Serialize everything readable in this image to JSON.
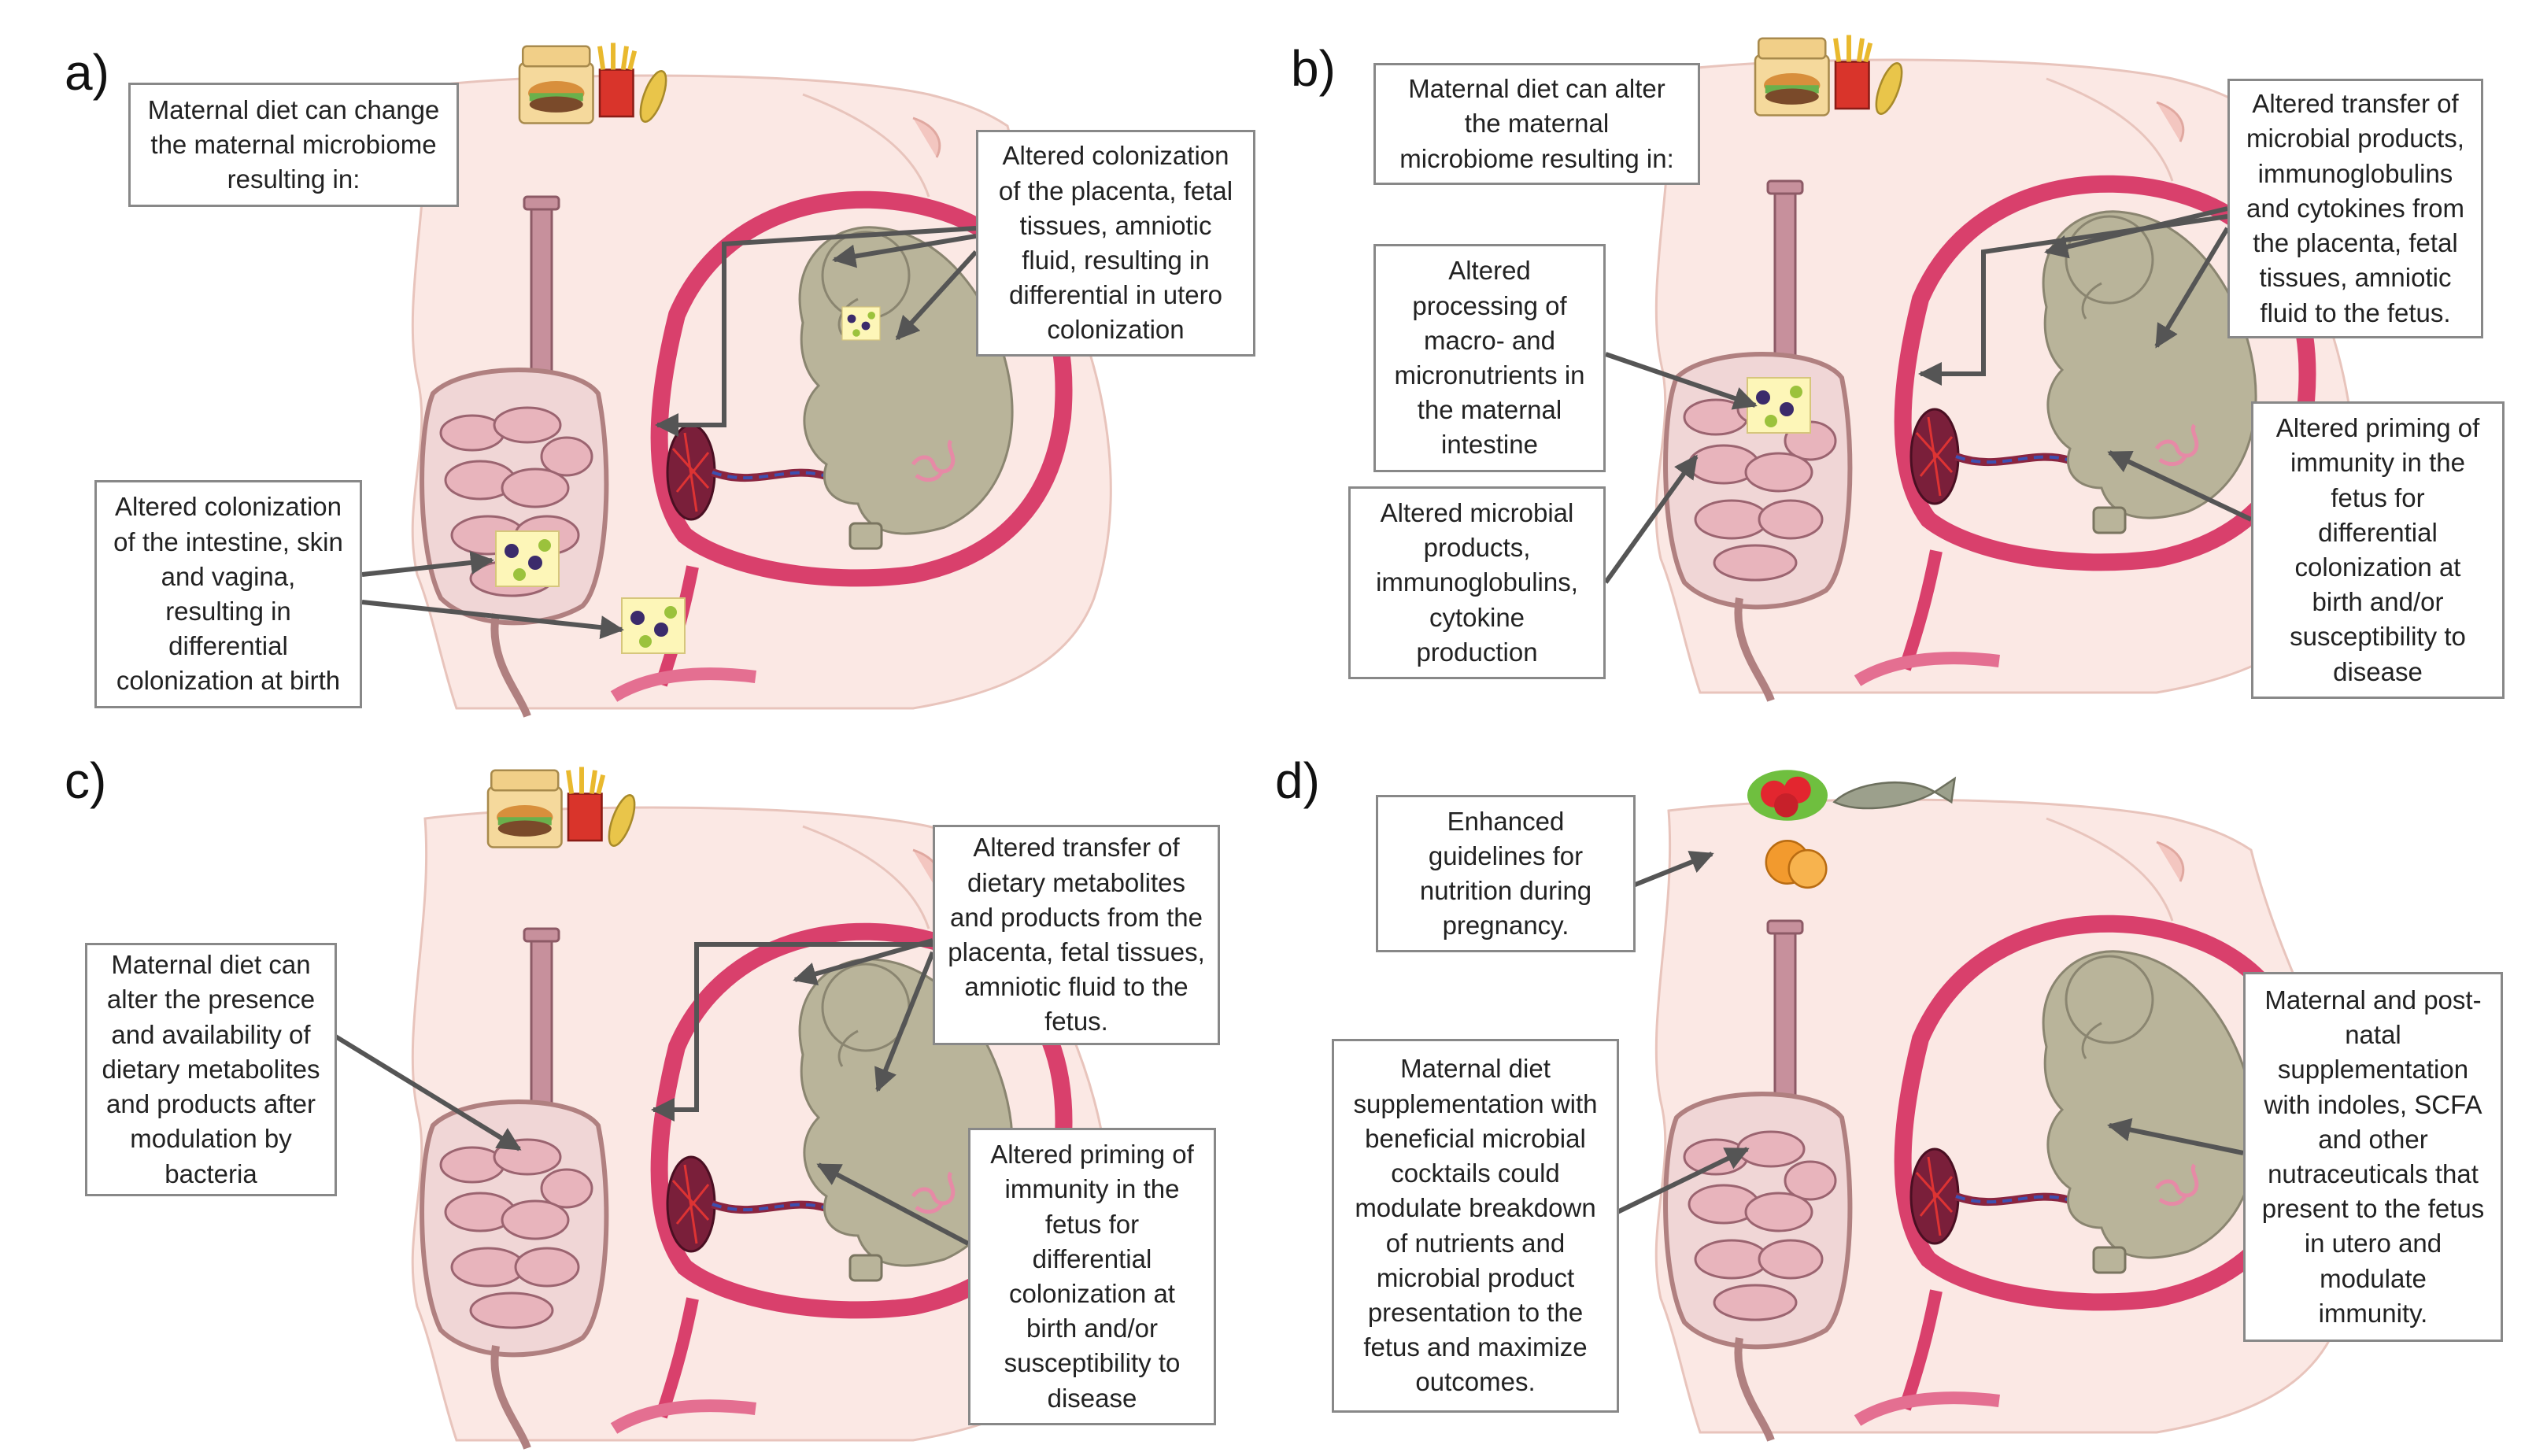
{
  "panels": [
    {
      "letter": "a)",
      "diet": "unhealthy",
      "callouts": [
        "Maternal diet can change\nthe maternal microbiome\nresulting in:",
        "Altered colonization\nof the placenta, fetal\ntissues, amniotic\nfluid, resulting in\ndifferential in utero\ncolonization",
        "Altered colonization\nof the intestine, skin\nand vagina,\nresulting in\ndifferential\ncolonization at birth"
      ]
    },
    {
      "letter": "b)",
      "diet": "unhealthy",
      "callouts": [
        "Maternal diet can alter\nthe maternal\nmicrobiome resulting in:",
        "Altered transfer of\nmicrobial products,\nimmunoglobulins\nand cytokines from\nthe placenta, fetal\ntissues, amniotic\nfluid to the fetus.",
        "Altered\nprocessing  of\nmacro- and\nmicronutrients in\nthe maternal\nintestine",
        "Altered microbial\nproducts,\nimmunoglobulins,\ncytokine\nproduction",
        "Altered priming of\nimmunity in the\nfetus for\ndifferential\ncolonization at\nbirth and/or\nsusceptibility to\ndisease"
      ]
    },
    {
      "letter": "c)",
      "diet": "unhealthy",
      "callouts": [
        "Altered transfer of\ndietary metabolites\nand products from the\nplacenta, fetal tissues,\namniotic fluid to the\nfetus.",
        "Maternal diet can\nalter the presence\nand availability of\ndietary metabolites\nand products after\nmodulation by\nbacteria",
        "Altered priming of\nimmunity in the\nfetus for\ndifferential\ncolonization at\nbirth and/or\nsusceptibility to\ndisease"
      ]
    },
    {
      "letter": "d)",
      "diet": "healthy",
      "callouts": [
        "Enhanced\nguidelines for\nnutrition during\npregnancy.",
        "Maternal diet\nsupplementation with\nbeneficial microbial\ncocktails could\nmodulate breakdown\nof nutrients and\nmicrobial product\npresentation to the\nfetus and maximize\noutcomes.",
        "Maternal and post-\nnatal\nsupplementation\nwith indoles, SCFA\nand other\nnutraceuticals that\npresent to the fetus\nin utero and\nmodulate\nimmunity."
      ]
    }
  ],
  "colors": {
    "skin": "#fbe8e4",
    "skin_outline": "#e8c4bc",
    "uterus": "#d9406c",
    "intestine": "#e8b4bc",
    "esophagus": "#c7909c",
    "fetus": "#b9b49a",
    "callout_border": "#888888",
    "arrow": "#555555"
  }
}
